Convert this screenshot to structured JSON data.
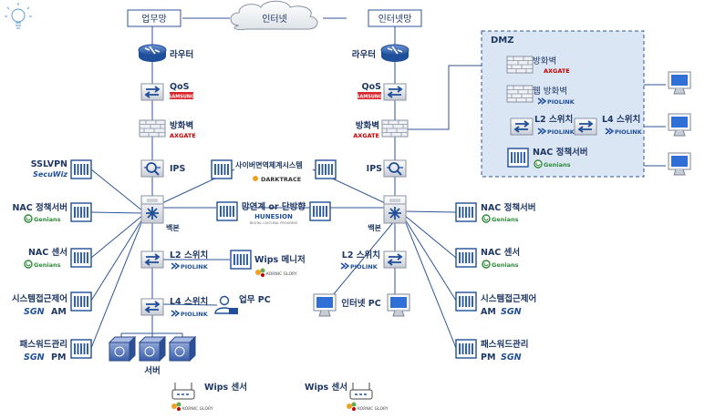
{
  "internet": "인터넷",
  "left": {
    "zone": "업무망",
    "router": "라우터",
    "qos": "QoS",
    "qos_vendor": "SAMSUNG",
    "firewall": "방화벽",
    "firewall_vendor": "AXGATE",
    "ips": "IPS",
    "backbone": "백본",
    "l2": "L2 스위치",
    "l2_vendor": "PIOLINK",
    "l4": "L4 스위치",
    "l4_vendor": "PIOLINK",
    "server": "서버",
    "work_pc": "업무 PC",
    "sslvpn": "SSLVPN",
    "sslvpn_vendor": "SecuWiz",
    "nac_policy": "NAC 정책서버",
    "nac_policy_vendor": "Genians",
    "nac_sensor": "NAC 센서",
    "nac_sensor_vendor": "Genians",
    "sys_access": "시스템접근제어",
    "sys_access_vendor": "SGN",
    "sys_access_tag": "AM",
    "pw_mgmt": "패스워드관리",
    "pw_vendor": "SGN",
    "pw_tag": "PM",
    "wips_sensor": "Wips 센서",
    "wips_sensor_vendor": "KORNIC GLORY"
  },
  "center": {
    "cyber": "사이버면역체계시스템",
    "cyber_vendor": "DARKTRACE",
    "netlink": "망연계 or 단방향",
    "netlink_vendor": "HUNESION",
    "netlink_sub": "DIGITAL CULTURAL PROGRESS",
    "wips_mgr": "Wips 메니저",
    "wips_mgr_vendor": "KORNIC GLORY"
  },
  "right": {
    "zone": "인터넷망",
    "router": "라우터",
    "qos": "QoS",
    "qos_vendor": "SAMSUNG",
    "firewall": "방화벽",
    "firewall_vendor": "AXGATE",
    "ips": "IPS",
    "backbone": "백본",
    "l2": "L2 스위치",
    "l2_vendor": "PIOLINK",
    "internet_pc": "인터넷 PC",
    "nac_policy": "NAC 정책서버",
    "nac_policy_vendor": "Genians",
    "nac_sensor": "NAC 센서",
    "nac_sensor_vendor": "Genians",
    "sys_access": "시스템접근제어",
    "sys_access_vendor": "SGN",
    "sys_access_tag": "AM",
    "pw_mgmt": "패스워드관리",
    "pw_vendor": "SGN",
    "pw_tag": "PM",
    "wips_sensor": "Wips 센서",
    "wips_sensor_vendor": "KORNIC GLORY"
  },
  "dmz": {
    "title": "DMZ",
    "firewall": "방화벽",
    "firewall_vendor": "AXGATE",
    "waf": "웹 방화벽",
    "waf_vendor": "PIOLINK",
    "l2": "L2 스위치",
    "l2_vendor": "PIOLINK",
    "l4": "L4 스위치",
    "l4_vendor": "PIOLINK",
    "nac": "NAC 정책서버",
    "nac_vendor": "Genians"
  },
  "colors": {
    "line": "#2f5597",
    "label": "#1f3864",
    "device": "#1f4e9a",
    "samsung": "#d9262c",
    "axgate": "#c00000",
    "genians": "#2e8b3a",
    "dmz_bg": "#dbe6f4"
  }
}
